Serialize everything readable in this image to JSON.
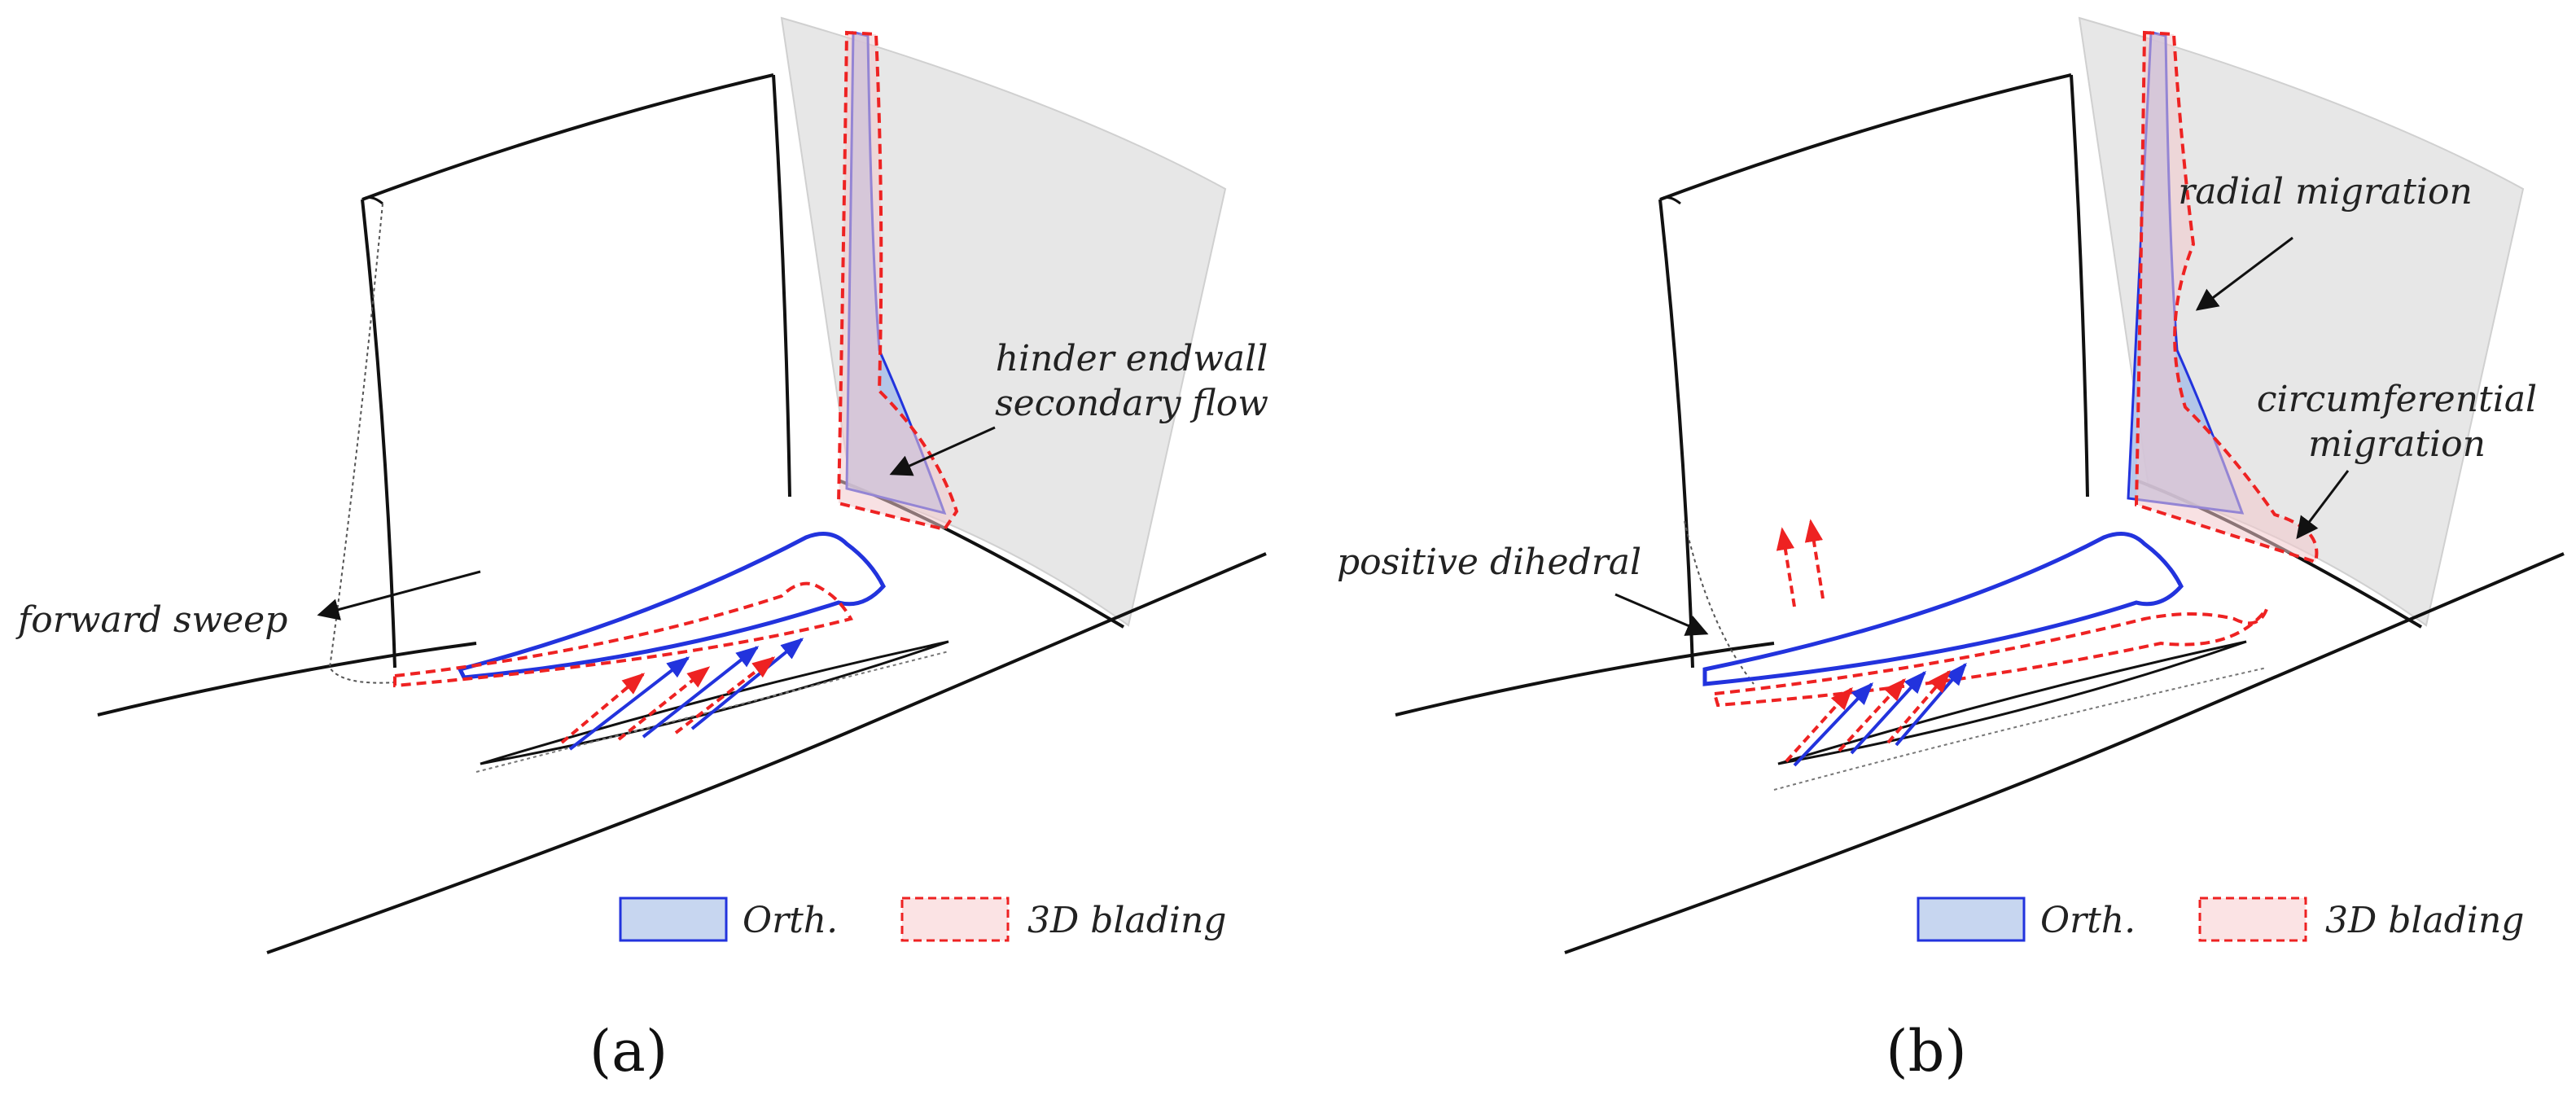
{
  "colors": {
    "orth": "#2233dd",
    "orth_fill": "#a9c0e8",
    "blading": "#ee2222",
    "blading_fill": "#f3c9cc",
    "outline": "#111111",
    "shroud": "#e7e7e7"
  },
  "panels": [
    {
      "label": "(a)",
      "annotations": {
        "endwall_line1": "hinder endwall",
        "endwall_line2": "secondary flow",
        "sweep": "forward sweep"
      },
      "legend": {
        "orth": "Orth.",
        "blading": "3D blading"
      }
    },
    {
      "label": "(b)",
      "annotations": {
        "radial": "radial migration",
        "circ_line1": "circumferential",
        "circ_line2": "migration",
        "dihedral": "positive dihedral"
      },
      "legend": {
        "orth": "Orth.",
        "blading": "3D blading"
      }
    }
  ]
}
